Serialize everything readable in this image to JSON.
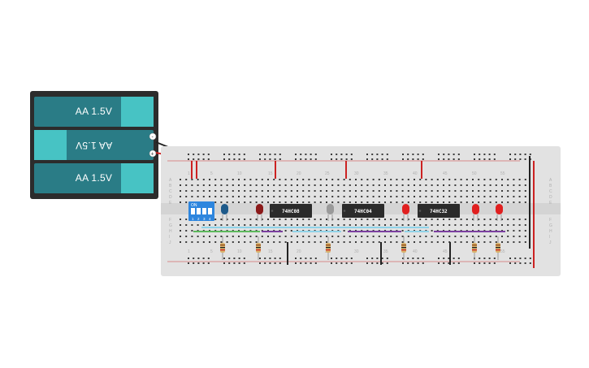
{
  "battery_pack": {
    "cells": [
      {
        "label": "AA 1.5V",
        "orientation": "normal"
      },
      {
        "label": "AA 1.5V",
        "orientation": "flipped"
      },
      {
        "label": "AA 1.5V",
        "orientation": "normal"
      }
    ],
    "terminal_minus": "-",
    "terminal_plus": "+"
  },
  "breadboard": {
    "column_numbers": [
      "1",
      "5",
      "10",
      "15",
      "20",
      "25",
      "30",
      "35",
      "40",
      "45",
      "50",
      "55"
    ],
    "row_letters_top": [
      "A",
      "B",
      "C",
      "D",
      "E"
    ],
    "row_letters_bottom": [
      "F",
      "G",
      "H",
      "I",
      "J"
    ]
  },
  "dip_switch": {
    "on_label": "ON",
    "positions": [
      "1",
      "2",
      "3",
      "4"
    ]
  },
  "chips": [
    {
      "label": "74HC08"
    },
    {
      "label": "74HC04"
    },
    {
      "label": "74HC32"
    }
  ],
  "leds": [
    {
      "name": "blue-led",
      "color": "#1e5a8a"
    },
    {
      "name": "dark-red-led",
      "color": "#8b1a1a"
    },
    {
      "name": "gray-led",
      "color": "#9a9a9a"
    },
    {
      "name": "red-led-1",
      "color": "#e02020"
    },
    {
      "name": "red-led-2",
      "color": "#e02020"
    },
    {
      "name": "red-led-3",
      "color": "#e02020"
    }
  ],
  "colors": {
    "board": "#e2e2e2",
    "hole": "#3a3a3a",
    "power_red": "#cc2222",
    "wire_green": "#5cb85c",
    "wire_purple": "#7b3fa0",
    "wire_lightblue": "#8fd3e8",
    "wire_black": "#222222",
    "chip": "#2b2b2b"
  }
}
